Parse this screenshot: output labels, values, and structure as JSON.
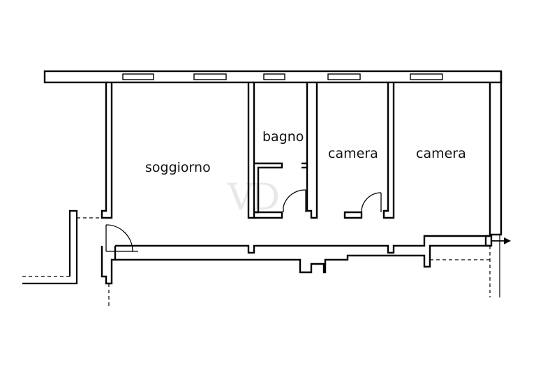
{
  "plan": {
    "wall_color": "#000000",
    "background_color": "#ffffff",
    "watermark_color": "#e8e8ec",
    "rooms": [
      {
        "key": "soggiorno",
        "label": "soggiorno"
      },
      {
        "key": "bagno",
        "label": "bagno"
      },
      {
        "key": "camera_1",
        "label": "camera"
      },
      {
        "key": "camera_2",
        "label": "camera"
      }
    ],
    "watermark": "VD"
  }
}
